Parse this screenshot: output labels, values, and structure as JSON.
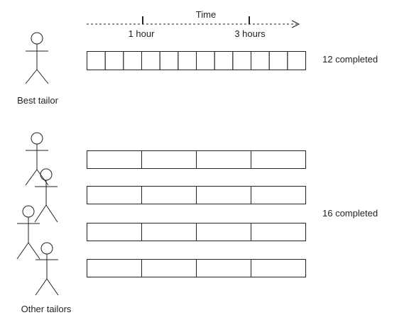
{
  "timeline": {
    "title": "Time",
    "ticks": [
      {
        "label": "1 hour"
      },
      {
        "label": "3 hours"
      }
    ]
  },
  "best_tailor": {
    "label": "Best tailor",
    "segments": 12,
    "result": "12 completed"
  },
  "other_tailors": {
    "label": "Other tailors",
    "count": 4,
    "segments_per_row": 4,
    "result": "16 completed"
  }
}
